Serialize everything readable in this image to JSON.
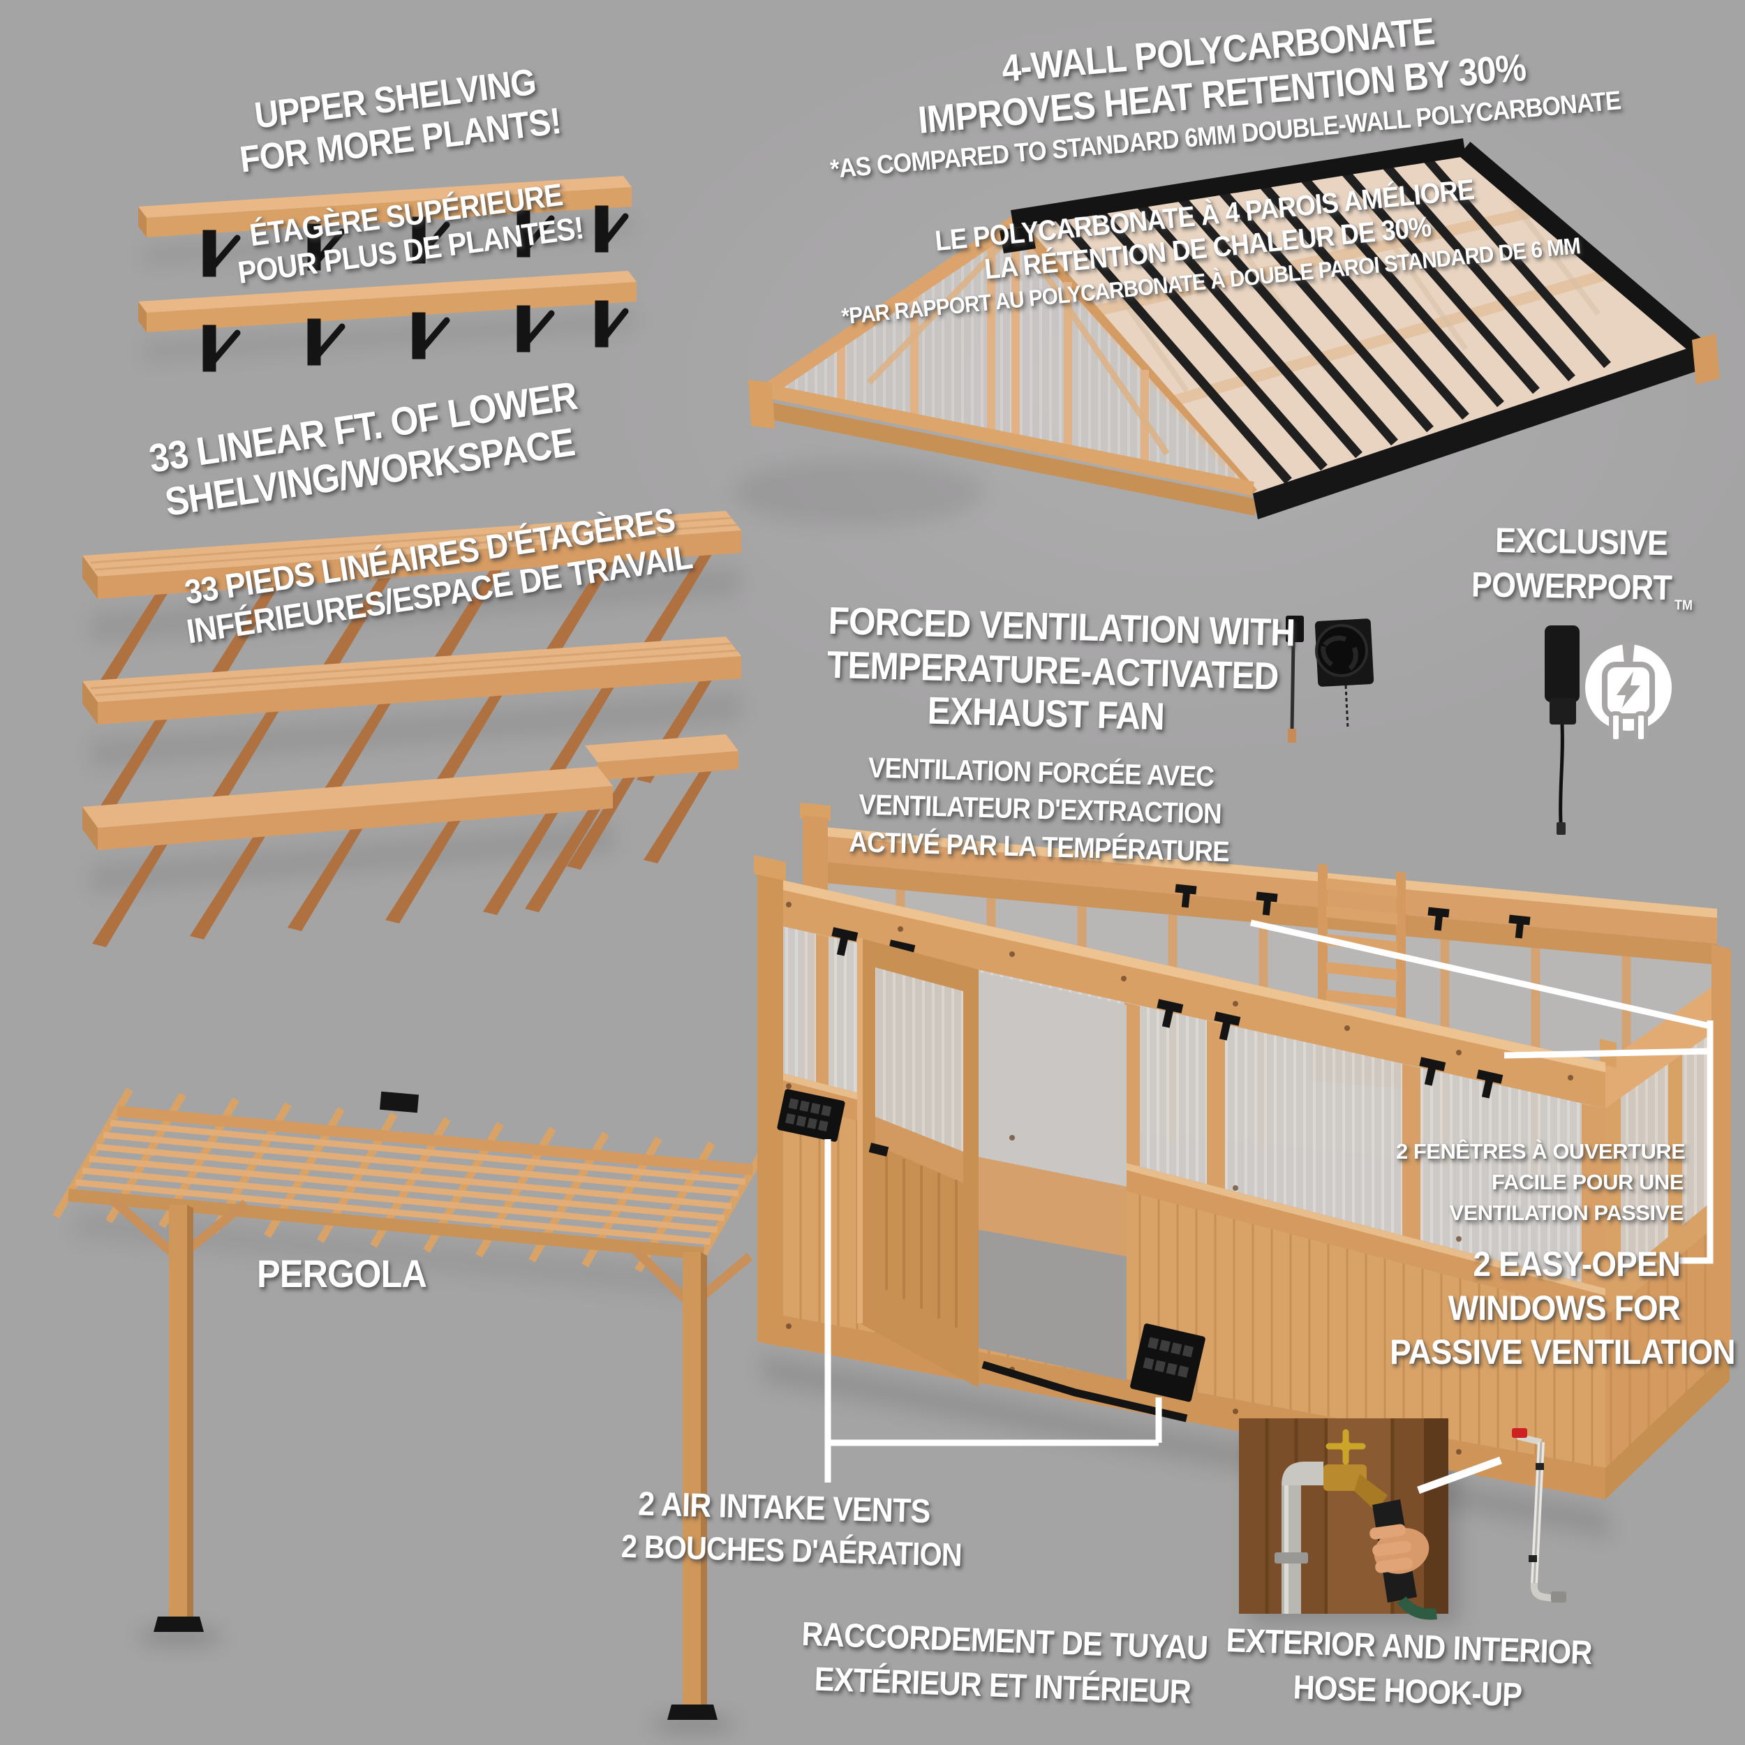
{
  "colors": {
    "background": "#a5a4a5",
    "wood_light": "#eab887",
    "wood_mid": "#d9a065",
    "wood_dark": "#b57844",
    "frame_black": "#161616",
    "panel_gray": "#cfccc9",
    "text_white": "#ffffff",
    "callout_line": "#ffffff"
  },
  "icons": {
    "power_plug_icon": "white circle containing power plug with lightning bolt",
    "callout_lines": "white pointer lines"
  },
  "sections": {
    "upper_shelving": {
      "en_line1": "UPPER SHELVING",
      "en_line2": "FOR MORE PLANTS!",
      "fr_line1": "ÉTAGÈRE SUPÉRIEURE",
      "fr_line2": "POUR PLUS DE PLANTES!"
    },
    "polycarbonate": {
      "en_line1": "4-WALL POLYCARBONATE",
      "en_line2": "IMPROVES HEAT RETENTION BY 30%",
      "en_note": "*AS COMPARED TO STANDARD 6MM DOUBLE-WALL POLYCARBONATE",
      "fr_line1": "LE POLYCARBONATE À 4 PAROIS AMÉLIORE",
      "fr_line2": "LA RÉTENTION DE CHALEUR DE 30%",
      "fr_note": "*PAR RAPPORT AU POLYCARBONATE À DOUBLE PAROI STANDARD DE 6 MM"
    },
    "lower_shelving": {
      "en_line1": "33 LINEAR FT. OF LOWER",
      "en_line2": "SHELVING/WORKSPACE",
      "fr_line1": "33 PIEDS LINÉAIRES D'ÉTAGÈRES",
      "fr_line2": "INFÉRIEURES/ESPACE DE TRAVAIL"
    },
    "forced_ventilation": {
      "en_line1": "FORCED VENTILATION WITH",
      "en_line2": "TEMPERATURE-ACTIVATED",
      "en_line3": "EXHAUST FAN",
      "fr_line1": "VENTILATION FORCÉE AVEC",
      "fr_line2": "VENTILATEUR D'EXTRACTION",
      "fr_line3": "ACTIVÉ PAR LA TEMPÉRATURE"
    },
    "powerport": {
      "line1": "EXCLUSIVE",
      "line2": "POWERPORT",
      "tm": "TM"
    },
    "windows": {
      "fr_line1": "2 FENÊTRES À OUVERTURE",
      "fr_line2": "FACILE POUR UNE",
      "fr_line3": "VENTILATION PASSIVE",
      "en_line1": "2 EASY-OPEN",
      "en_line2": "WINDOWS FOR",
      "en_line3": "PASSIVE VENTILATION"
    },
    "air_vents": {
      "en": "2 AIR INTAKE VENTS",
      "fr": "2 BOUCHES D'AÉRATION"
    },
    "hose_hookup": {
      "fr_line1": "RACCORDEMENT DE TUYAU",
      "fr_line2": "EXTÉRIEUR ET INTÉRIEUR",
      "en_line1": "EXTERIOR AND INTERIOR",
      "en_line2": "HOSE HOOK-UP"
    },
    "pergola": {
      "label": "PERGOLA"
    }
  }
}
